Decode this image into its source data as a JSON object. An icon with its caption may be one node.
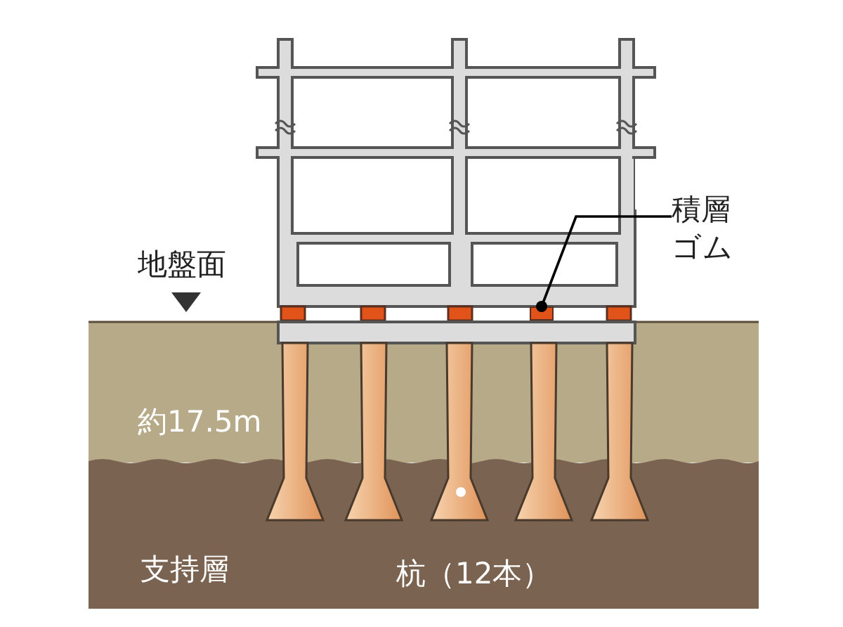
{
  "diagram": {
    "nodes": [
      {
        "text": [
          "積層ゴム"
        ]
      },
      {
        "text": [],
        "shape": "box"
      }
    ],
    "edges": [
      {
        "from": 0,
        "to": 1,
        "arrow": "other"
      }
    ],
    "labels": [
      "地盤面",
      "約17.5m",
      "支持層",
      "杭（12本）"
    ]
  }
}
